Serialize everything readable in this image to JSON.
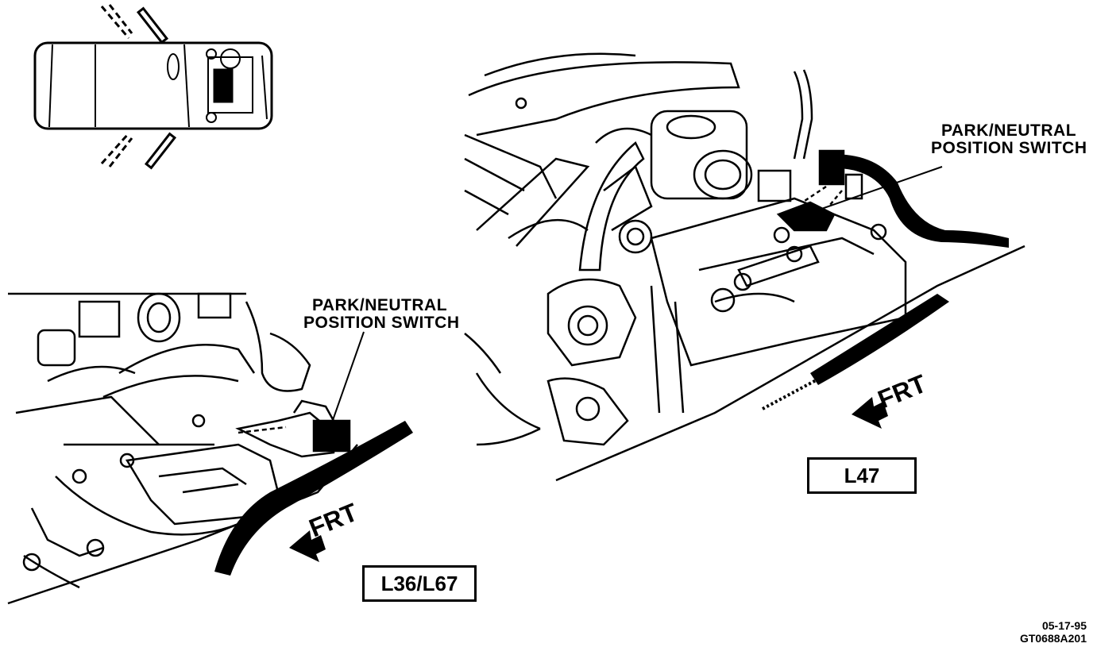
{
  "callouts": {
    "left_line1": "PARK/NEUTRAL",
    "left_line2": "POSITION SWITCH",
    "right_line1": "PARK/NEUTRAL",
    "right_line2": "POSITION SWITCH"
  },
  "engines": {
    "left": "L36/L67",
    "right": "L47"
  },
  "front_marker": {
    "left": "FRT",
    "right": "FRT"
  },
  "footer": {
    "date": "05-17-95",
    "figure_id": "GT0688A201"
  },
  "icons": [
    "vehicle-top-view-icon",
    "engine-illustration-left",
    "engine-illustration-right",
    "front-arrow-icon"
  ]
}
